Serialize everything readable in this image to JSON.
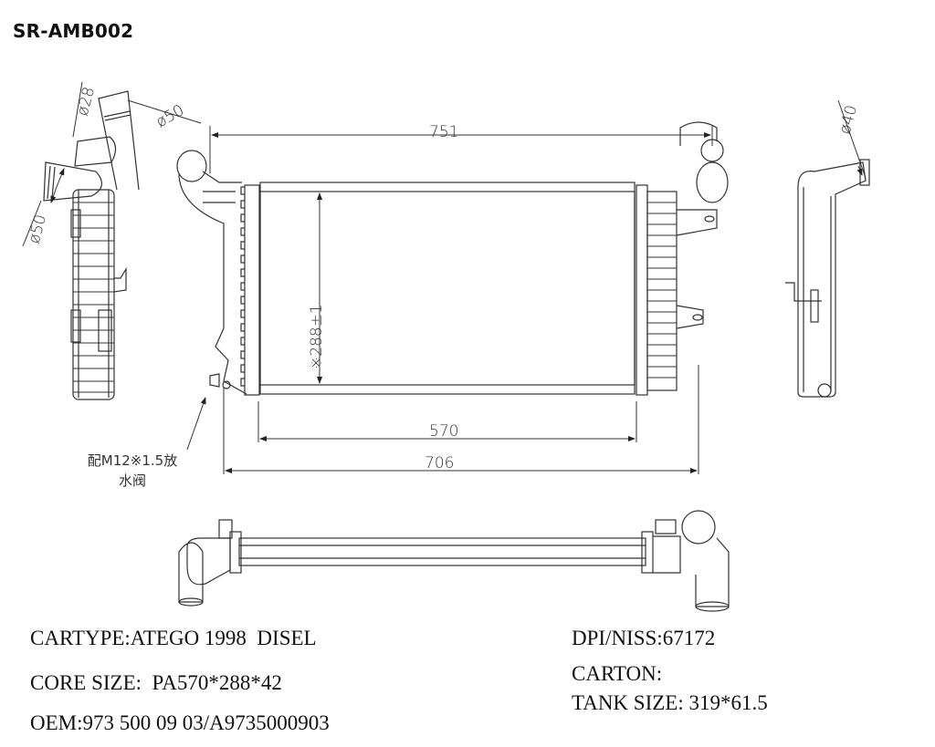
{
  "header": {
    "part_number": "SR-AMB002"
  },
  "drawing": {
    "dimensions": {
      "overall_width": "751",
      "core_width": "570",
      "tank_to_tank_width": "706",
      "core_height": "※288±1",
      "left_inlet_diameter_a": "ø28",
      "left_inlet_diameter_b": "ø50",
      "left_inlet_diameter_c": "ø50",
      "right_outlet_diameter": "ø40"
    },
    "annotations": {
      "drain_valve_line1": "配M12※1.5放",
      "drain_valve_line2": "水阀"
    },
    "views": [
      "left-side-view",
      "front-view",
      "right-side-view",
      "top-view"
    ]
  },
  "specs": {
    "cartype": "CARTYPE:ATEGO 1998  DISEL",
    "core_size": "CORE SIZE:  PA570*288*42",
    "oem": "OEM:973 500 09 03/A9735000903",
    "dpi_niss": "DPI/NISS:67172",
    "carton": "CARTON:",
    "tank_size": "TANK SIZE: 319*61.5"
  }
}
